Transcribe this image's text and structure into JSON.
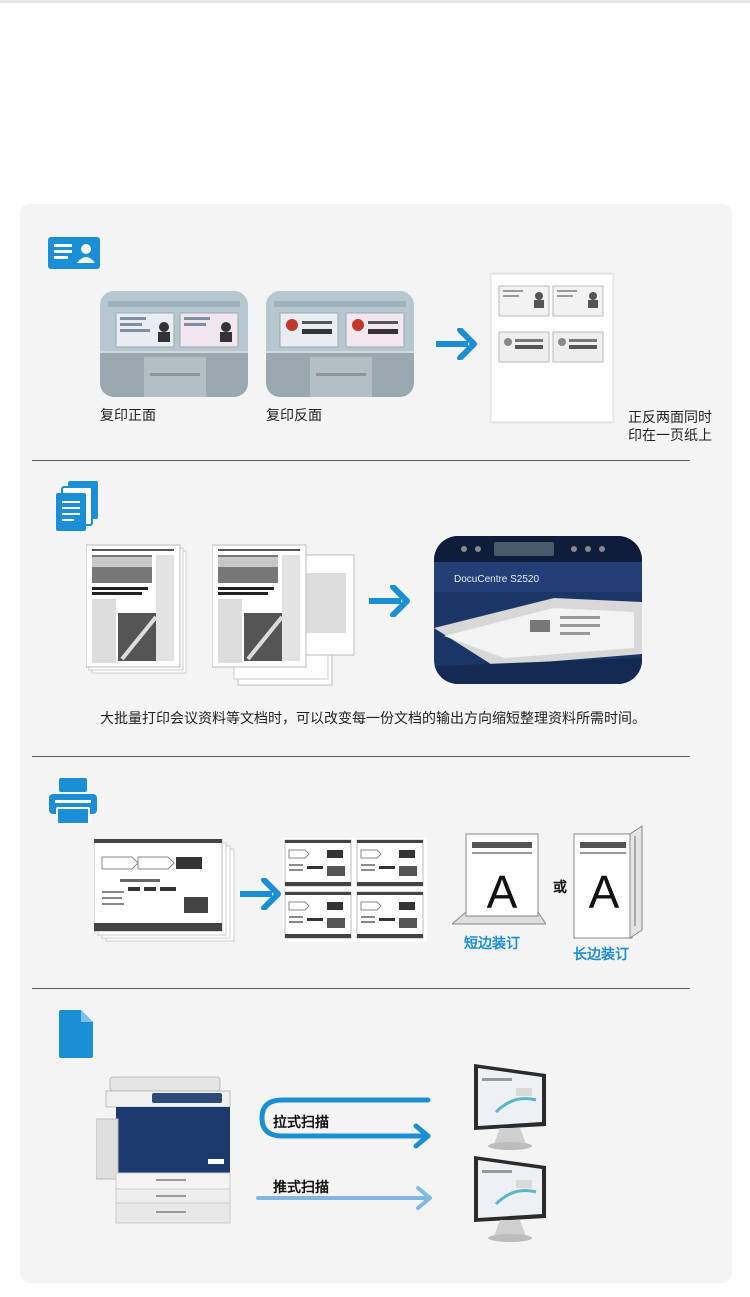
{
  "colors": {
    "accent": "#1a8fd6",
    "panel_bg": "#f4f4f4",
    "scan_light_blue": "#7db9e4",
    "device_navy": "#1b3566"
  },
  "section1": {
    "icon": "id-card-copy-icon",
    "front_caption": "复印正面",
    "back_caption": "复印反面",
    "result_caption_line1": "正反两面同时",
    "result_caption_line2": "印在一页纸上"
  },
  "section2": {
    "icon": "stacked-documents-icon",
    "device_model": "DocuCentre S2520",
    "description": "大批量打印会议资料等文档时，可以改变每一份文档的输出方向缩短整理资料所需时间。"
  },
  "section3": {
    "icon": "printer-icon",
    "or_text": "或",
    "letter": "A",
    "short_edge_label": "短边装订",
    "long_edge_label": "长边装订"
  },
  "section4": {
    "icon": "document-icon",
    "pull_scan_label": "拉式扫描",
    "push_scan_label": "推式扫描"
  }
}
